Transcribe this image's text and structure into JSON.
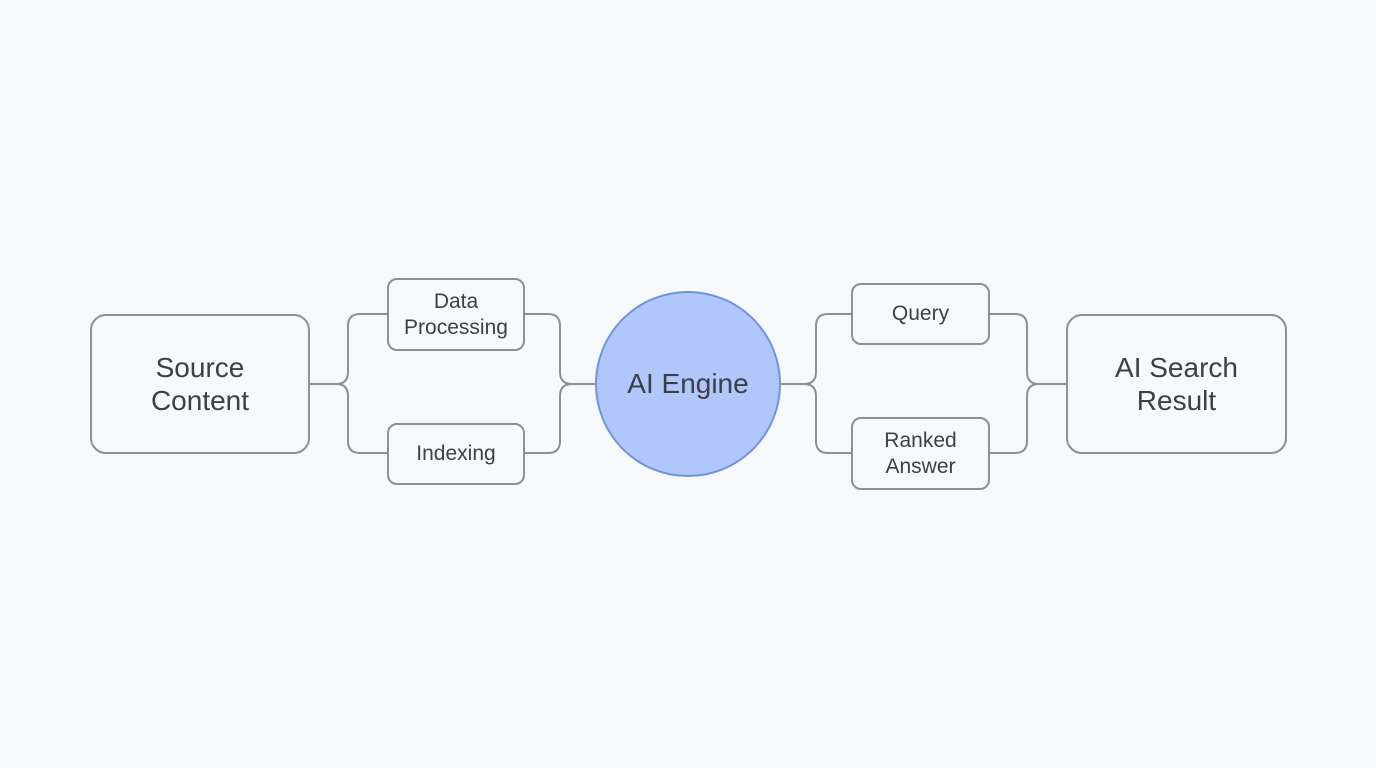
{
  "diagram": {
    "nodes": {
      "source": "Source\nContent",
      "data_processing": "Data\nProcessing",
      "indexing": "Indexing",
      "engine": "AI Engine",
      "query": "Query",
      "ranked_answer": "Ranked\nAnswer",
      "result": "AI Search\nResult"
    },
    "colors": {
      "background": "#f6f8f9",
      "node_border": "#8d8f94",
      "engine_fill": "#b1c7fb",
      "engine_border": "#6f93dc",
      "text": "#3d3f44"
    }
  }
}
